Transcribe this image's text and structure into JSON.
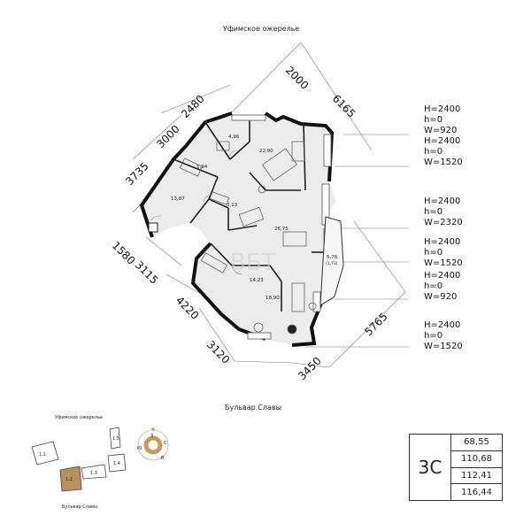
{
  "streets": {
    "top": "Уфимское ожерелье",
    "bottom": "Бульвар Славы"
  },
  "dimensions": [
    "2000",
    "2480",
    "6165",
    "3000",
    "3735",
    "1580",
    "3115",
    "4220",
    "5765",
    "3120",
    "3450"
  ],
  "rooms": [
    "4,96",
    "22,90",
    "5,94",
    "13,87",
    "3,13",
    "26,75",
    "5,76",
    "(1,73)",
    "14,23",
    "18,90"
  ],
  "windows": [
    "H=2400\nh=0\nW=920",
    "H=2400\nh=0\nW=1520",
    "H=2400\nh=0\nW=2320",
    "H=2400\nh=0\nW=1520",
    "H=2400\nh=0\nW=920",
    "H=2400\nh=0\nW=1520"
  ],
  "compass": {
    "w": "З",
    "e": "В",
    "n": "С",
    "s": "Ю"
  },
  "minimap": {
    "street_top": "Уфимское ожерелье",
    "street_bottom": "Бульвар Славы",
    "blocks": [
      "1.1",
      "1.2",
      "1.3",
      "1.4",
      "1.5"
    ],
    "highlight_color": "#b8905a"
  },
  "apartment": {
    "unit": "3С",
    "areas": [
      "68,55",
      "110,68",
      "112,41",
      "116,44"
    ]
  },
  "watermark": "ВБТ"
}
